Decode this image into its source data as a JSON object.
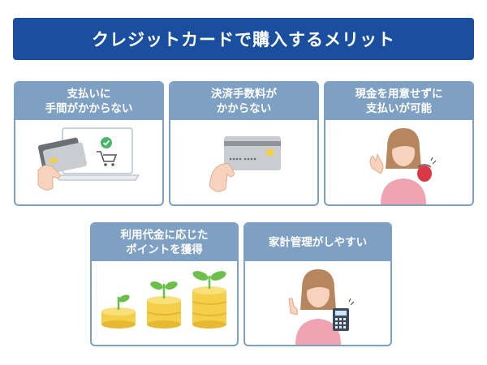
{
  "banner": {
    "title": "クレジットカードで購入するメリット"
  },
  "cards": [
    {
      "line1": "支払いに",
      "line2": "手間がかからない",
      "icon": "card-payment-laptop-icon"
    },
    {
      "line1": "決済手数料が",
      "line2": "かからない",
      "icon": "hand-holding-card-icon"
    },
    {
      "line1": "現金を用意せずに",
      "line2": "支払いが可能",
      "icon": "woman-with-wallet-icon"
    },
    {
      "line1": "利用代金に応じた",
      "line2": "ポイントを獲得",
      "icon": "growing-coins-icon"
    },
    {
      "line1": "家計管理がしやすい",
      "line2": "",
      "icon": "woman-with-calculator-icon"
    }
  ],
  "colors": {
    "banner": "#1a4f9f",
    "card_header": "#7ea0c2",
    "coin": "#f4cf4a",
    "sprout": "#6cbf4a",
    "shirt": "#f0a3b1"
  }
}
